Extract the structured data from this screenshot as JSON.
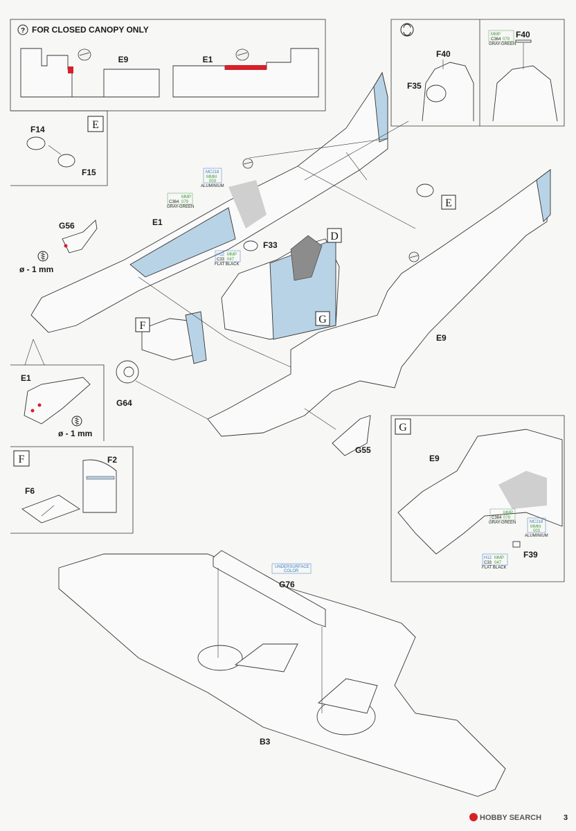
{
  "closed_canopy_panel": {
    "help_glyph": "?",
    "title": "FOR CLOSED CANOPY ONLY",
    "parts": [
      "E9",
      "E1"
    ]
  },
  "detail_E": {
    "tag": "E",
    "parts": [
      "F14",
      "F15"
    ]
  },
  "detail_rotate": {
    "parts": [
      "F35",
      "F40",
      "F40"
    ],
    "paint": {
      "code_left": "C364",
      "code_right": "MMP",
      "code_num": "079",
      "name": "GRAY-GREEN"
    }
  },
  "main_assembly": {
    "parts": [
      "E1",
      "G56",
      "F33",
      "E9",
      "G64",
      "G55"
    ],
    "callouts": [
      "D",
      "E",
      "F",
      "G"
    ],
    "drill": "ø - 1 mm",
    "paint_aluminium": {
      "code_top": "MC218",
      "code_mid": "MMM",
      "code_num": "003",
      "name": "ALUMINIUM"
    },
    "paint_graygreen": {
      "code_left": "C364",
      "code_right": "MMP",
      "code_num": "079",
      "name": "GRAY-GREEN"
    },
    "paint_flatblack": {
      "code_top": "H12",
      "code_right": "MMP",
      "code_left": "C33",
      "code_num": "047",
      "name": "FLAT BLACK"
    }
  },
  "detail_E1": {
    "part": "E1",
    "drill": "ø - 1 mm"
  },
  "detail_F": {
    "tag": "F",
    "parts": [
      "F2",
      "F6"
    ]
  },
  "detail_G": {
    "tag": "G",
    "parts": [
      "E9",
      "F39"
    ],
    "paint_graygreen": {
      "code_right": "MMP",
      "code_left": "C364",
      "code_num": "079",
      "name": "GRAY-GREEN"
    },
    "paint_aluminium": {
      "code_top": "MC218",
      "code_mid": "MMM",
      "code_num": "003",
      "name": "ALUMINIUM"
    },
    "paint_flatblack": {
      "code_top": "H12",
      "code_right": "MMP",
      "code_left": "C33",
      "code_num": "047",
      "name": "FLAT BLACK"
    }
  },
  "wing_assembly": {
    "parts": [
      "G76",
      "B3"
    ],
    "paint_underside": {
      "line1": "UNDERSURFACE",
      "line2": "COLOR"
    }
  },
  "footer": {
    "watermark": "HOBBY SEARCH",
    "page_no": "3"
  }
}
